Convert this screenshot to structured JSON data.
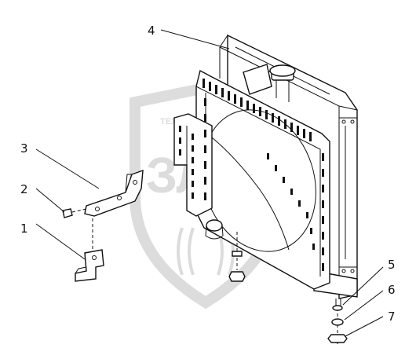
{
  "callouts": [
    {
      "id": "1",
      "label": "1"
    },
    {
      "id": "2",
      "label": "2"
    },
    {
      "id": "3",
      "label": "3"
    },
    {
      "id": "4",
      "label": "4"
    },
    {
      "id": "5",
      "label": "5"
    },
    {
      "id": "6",
      "label": "6"
    },
    {
      "id": "7",
      "label": "7"
    }
  ],
  "watermark": {
    "letters": "ЗЛФ",
    "small_text": "ТЕХНИКА",
    "color": "#d9d9d9"
  },
  "colors": {
    "line": "#111111",
    "background": "#ffffff",
    "watermark": "#d9d9d9"
  }
}
